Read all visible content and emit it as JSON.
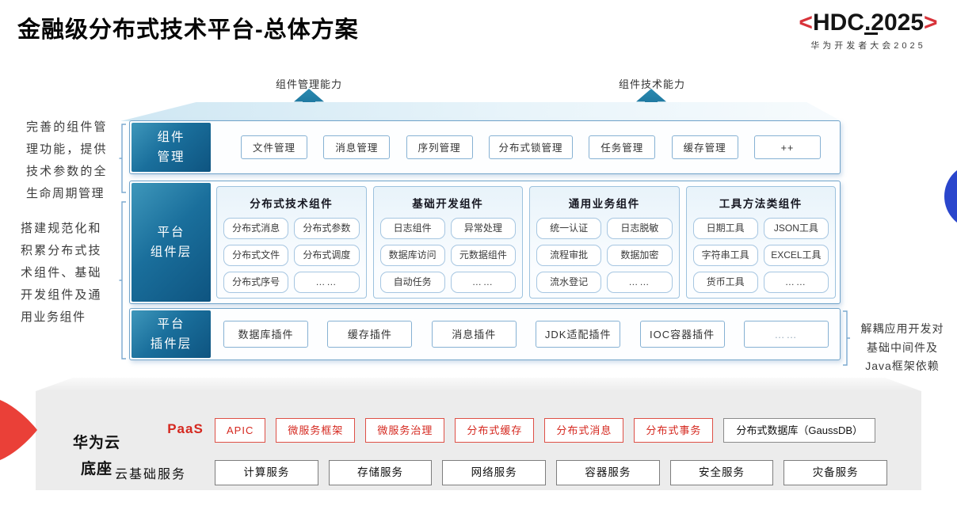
{
  "title": "金融级分布式技术平台-总体方案",
  "logo": {
    "open": "<",
    "name": "HDC.2025",
    "close": ">",
    "subtitle": "华为开发者大会2025"
  },
  "arrows": {
    "management": "组件管理能力",
    "technology": "组件技术能力"
  },
  "notes": {
    "component_management": "完善的组件管理功能，提供技术参数的全生命周期管理",
    "platform_components": "搭建规范化和积累分布式技术组件、基础开发组件及通用业务组件",
    "decouple": "解耦应用开发对\n基础中间件及\nJava框架依赖"
  },
  "layers": {
    "component_mgmt": {
      "label": "组件\n管理",
      "items": [
        "文件管理",
        "消息管理",
        "序列管理",
        "分布式锁管理",
        "任务管理",
        "缓存管理",
        "++"
      ]
    },
    "platform_components": {
      "label": "平台\n组件层",
      "columns": [
        {
          "title": "分布式技术组件",
          "items": [
            "分布式消息",
            "分布式参数",
            "分布式文件",
            "分布式调度",
            "分布式序号",
            "……"
          ]
        },
        {
          "title": "基础开发组件",
          "items": [
            "日志组件",
            "异常处理",
            "数据库访问",
            "元数据组件",
            "自动任务",
            "……"
          ]
        },
        {
          "title": "通用业务组件",
          "items": [
            "统一认证",
            "日志脱敏",
            "流程审批",
            "数据加密",
            "流水登记",
            "……"
          ]
        },
        {
          "title": "工具方法类组件",
          "items": [
            "日期工具",
            "JSON工具",
            "字符串工具",
            "EXCEL工具",
            "货币工具",
            "……"
          ]
        }
      ]
    },
    "platform_plugins": {
      "label": "平台\n插件层",
      "items": [
        "数据库插件",
        "缓存插件",
        "消息插件",
        "JDK适配插件",
        "IOC容器插件",
        "……"
      ]
    }
  },
  "foundation": {
    "label": "华为云\n底座",
    "paas": {
      "label": "PaaS",
      "items": [
        "APIC",
        "微服务框架",
        "微服务治理",
        "分布式缓存",
        "分布式消息",
        "分布式事务"
      ],
      "db_item": "分布式数据库（GaussDB）"
    },
    "cloud": {
      "label": "云基础服务",
      "items": [
        "计算服务",
        "存储服务",
        "网络服务",
        "容器服务",
        "安全服务",
        "灾备服务"
      ]
    }
  },
  "colors": {
    "brand_red": "#d8333a",
    "accent_red": "#ea4038",
    "layer_teal_light": "#3e97bb",
    "layer_teal_dark": "#0e5480",
    "box_border_blue": "#86b1d3",
    "panel_gray": "#ececec",
    "circle_blue": "#2a46cc"
  }
}
